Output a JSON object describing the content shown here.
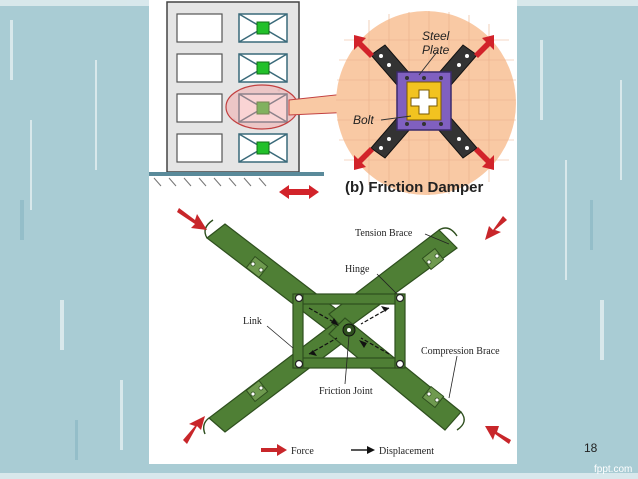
{
  "figure_top": {
    "caption": "(b) Friction Damper",
    "labels": {
      "steel_plate_line1": "Steel",
      "steel_plate_line2": "Plate",
      "bolt": "Bolt"
    },
    "colors": {
      "bubble": "#f9c9a4",
      "frame_purple": "#8060c0",
      "core_yellow": "#f2c320",
      "arrow_red": "#d2232a",
      "damper_green": "#22c02a"
    }
  },
  "figure_bottom": {
    "labels": {
      "tension_brace": "Tension Brace",
      "hinge": "Hinge",
      "link": "Link",
      "compression_brace": "Compression Brace",
      "friction_joint": "Friction Joint"
    },
    "legend": {
      "force": "Force",
      "displacement": "Displacement"
    },
    "colors": {
      "member_green": "#4f7f35",
      "member_dark": "#2e4f1e",
      "arrow_red": "#c8262a"
    }
  },
  "slide": {
    "page_number": "18",
    "watermark": "fppt.com"
  }
}
